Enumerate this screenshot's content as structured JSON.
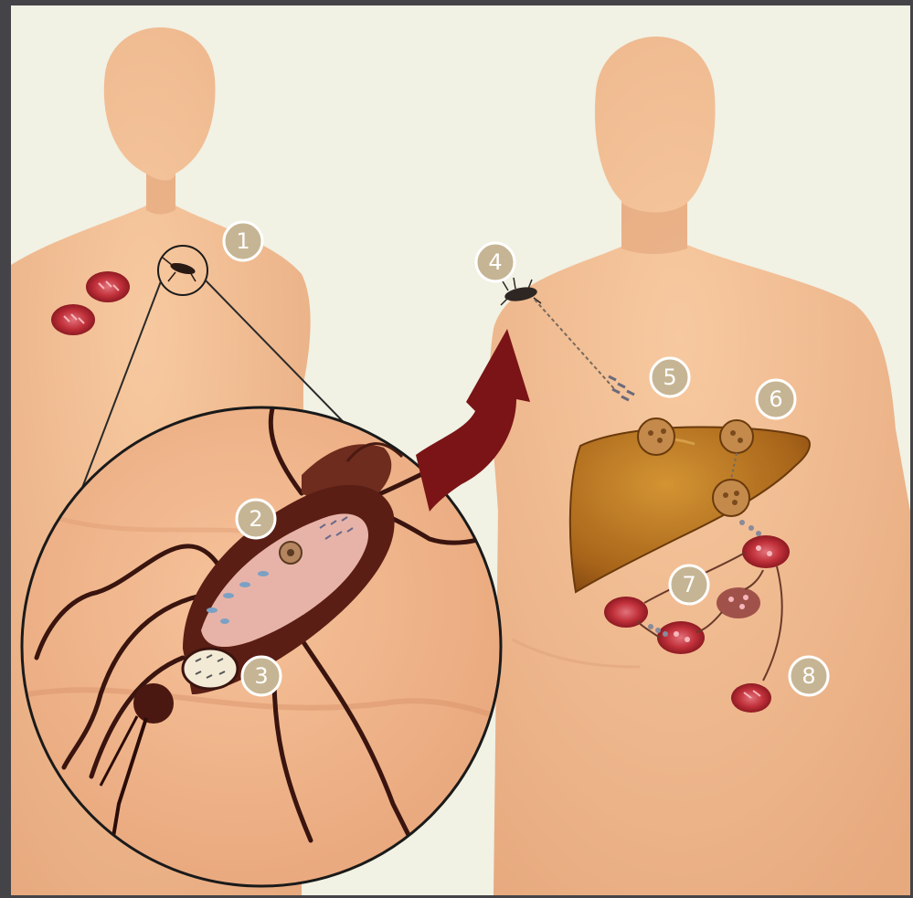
{
  "colors": {
    "frame": "#444448",
    "background": "#f1f1e4",
    "skin": "#f2bd92",
    "skin_shadow": "#dea27a",
    "liver": "#b4761e",
    "liver_dark": "#8a4a12",
    "red_cell": "#c0303a",
    "arrow": "#7a1416",
    "mosquito": "#4a1c14",
    "step_circle_fill": "#c6b594",
    "step_circle_stroke": "#ffffff"
  },
  "steps": [
    {
      "id": "step-1",
      "label": "1"
    },
    {
      "id": "step-2",
      "label": "2"
    },
    {
      "id": "step-3",
      "label": "3"
    },
    {
      "id": "step-4",
      "label": "4"
    },
    {
      "id": "step-5",
      "label": "5"
    },
    {
      "id": "step-6",
      "label": "6"
    },
    {
      "id": "step-7",
      "label": "7"
    },
    {
      "id": "step-8",
      "label": "8"
    }
  ]
}
